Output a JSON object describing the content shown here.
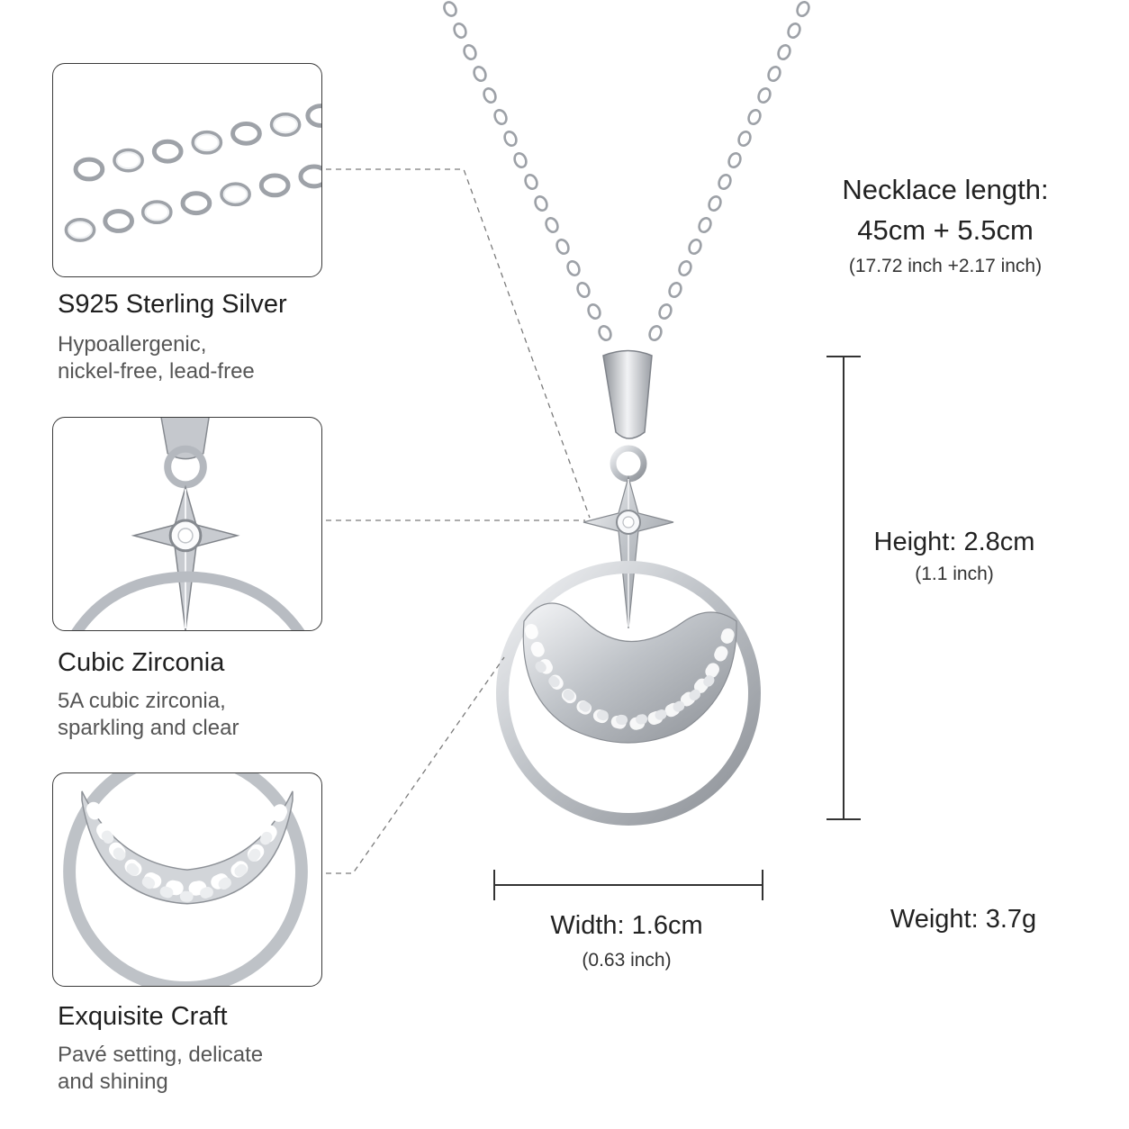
{
  "features": [
    {
      "title": "S925 Sterling Silver",
      "desc_lines": [
        "Hypoallergenic,",
        "nickel-free, lead-free"
      ],
      "image_icon": "chain-detail-icon"
    },
    {
      "title": "Cubic Zirconia",
      "desc_lines": [
        "5A cubic zirconia,",
        "sparkling and clear"
      ],
      "image_icon": "star-stone-detail-icon"
    },
    {
      "title": "Exquisite Craft",
      "desc_lines": [
        "Pavé setting, delicate",
        "and shining"
      ],
      "image_icon": "crescent-pave-detail-icon"
    }
  ],
  "specs": {
    "length_label": "Necklace length:",
    "length_value": "45cm + 5.5cm",
    "length_inch": "(17.72 inch +2.17 inch)",
    "height_label": "Height: 2.8cm",
    "height_inch": "(1.1 inch)",
    "width_label": "Width: 1.6cm",
    "width_inch": "(0.63 inch)",
    "weight_label": "Weight: 3.7g"
  },
  "colors": {
    "silver": "#c9ccd1",
    "silver_dark": "#8e9298",
    "border": "#3a3a3a",
    "leader": "#7a7a7a"
  }
}
